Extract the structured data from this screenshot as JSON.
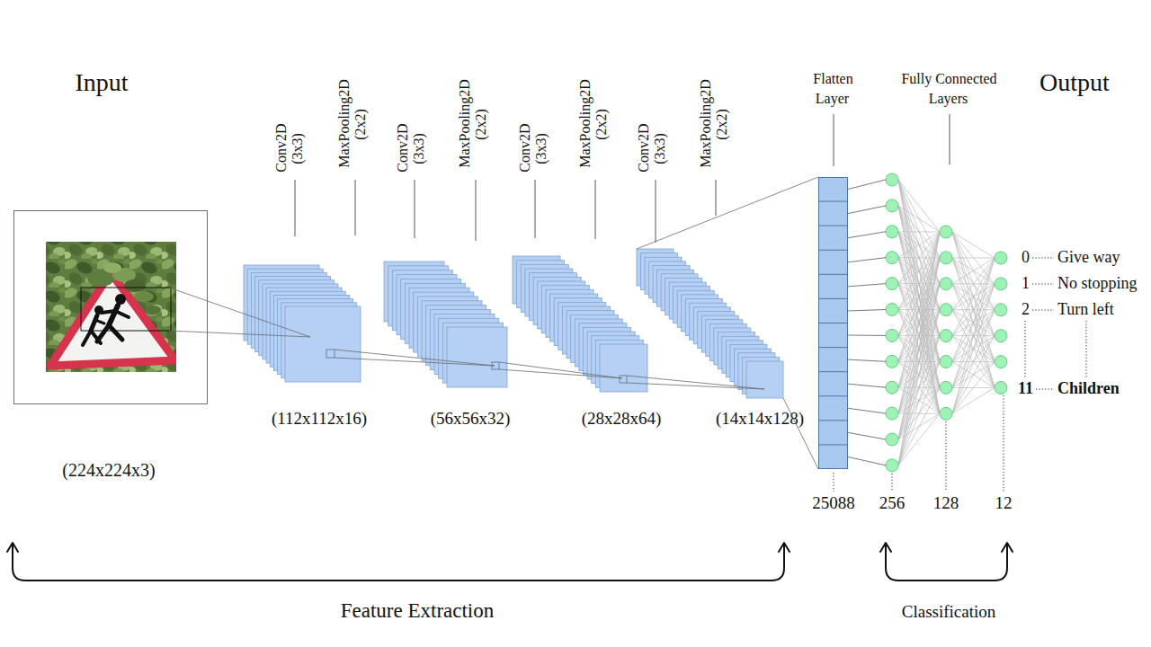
{
  "diagram": {
    "nodes": [
      {
        "text": [
          "(224x224x3)"
        ]
      },
      {
        "text": [
          "(112x112x16)"
        ]
      },
      {
        "text": [
          "(56x56x32)"
        ]
      },
      {
        "text": [
          "(28x28x64)"
        ]
      },
      {
        "text": [
          "(14x14x128)"
        ]
      },
      {
        "text": [
          "25088"
        ]
      },
      {
        "text": [
          "256"
        ]
      },
      {
        "text": [
          "128"
        ]
      },
      {
        "text": [
          "12"
        ]
      }
    ],
    "edges": [
      {
        "from": 0,
        "to": 1,
        "arrow": "none"
      },
      {
        "from": 1,
        "to": 2,
        "arrow": "none"
      },
      {
        "from": 2,
        "to": 3,
        "arrow": "none"
      },
      {
        "from": 3,
        "to": 4,
        "arrow": "none"
      },
      {
        "from": 4,
        "to": 5,
        "arrow": "none"
      },
      {
        "from": 5,
        "to": 6,
        "arrow": "none"
      },
      {
        "from": 6,
        "to": 7,
        "arrow": "none"
      },
      {
        "from": 7,
        "to": 8,
        "arrow": "none"
      }
    ],
    "labels": [
      "Input",
      "Conv2D (3x3)",
      "MaxPooling2D (2x2)",
      "Conv2D (3x3)",
      "MaxPooling2D (2x2)",
      "Conv2D (3x3)",
      "MaxPooling2D (2x2)",
      "Conv2D (3x3)",
      "MaxPooling2D (2x2)",
      "Flatten Layer",
      "Fully Connected Layers",
      "Output",
      "0",
      "Give way",
      "1",
      "No stopping",
      "2",
      "Turn left",
      "11",
      "Children",
      "Feature Extraction",
      "Classification"
    ]
  }
}
